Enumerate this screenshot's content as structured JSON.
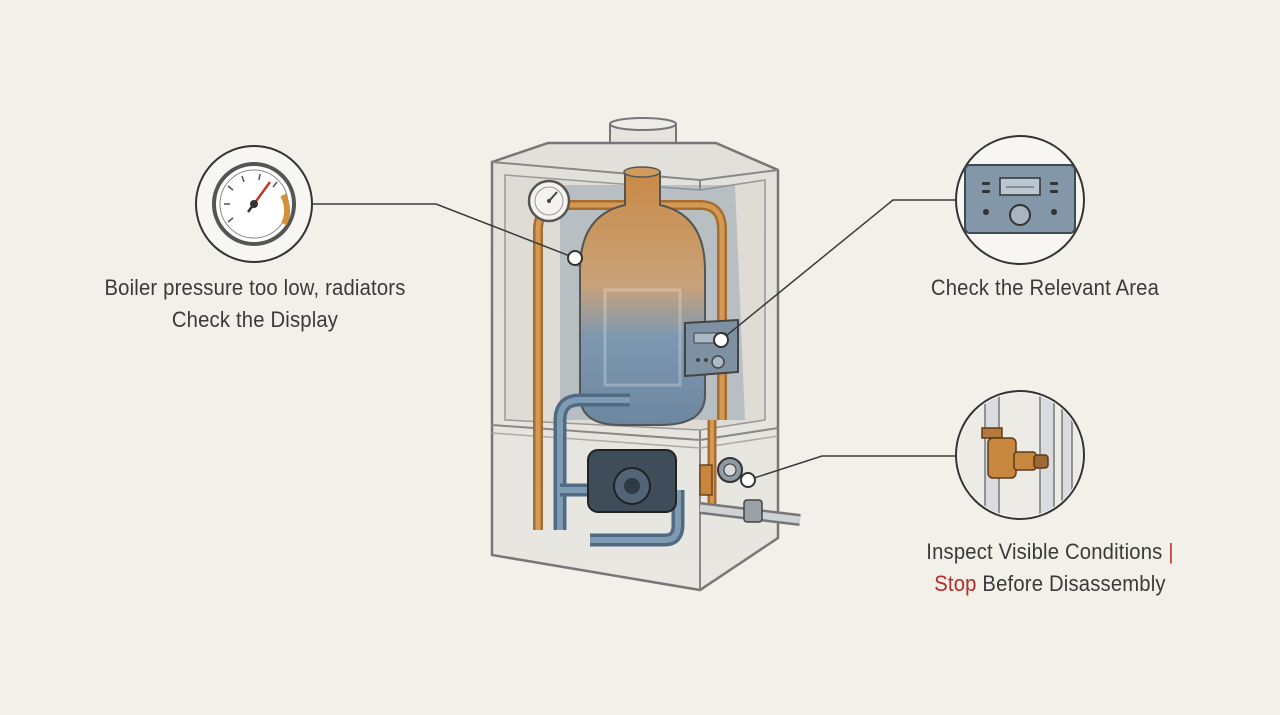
{
  "callouts": {
    "pressure": {
      "icon": "pressure-gauge-icon",
      "line1": "Boiler pressure too low, radiators",
      "line2": "Check the Display"
    },
    "display": {
      "icon": "control-panel-icon",
      "line1": "Check the Relevant Area"
    },
    "valve": {
      "icon": "pipe-valve-icon",
      "line1_text": "Inspect Visible Conditions",
      "line1_sep": "|",
      "line2_stop": "Stop",
      "line2_rest": "Before Disassembly"
    }
  },
  "colors": {
    "background": "#f2f0e9",
    "copper": "#c8873f",
    "steel_blue": "#6f8aa3",
    "outline": "#555555",
    "stop_red": "#b52a2a"
  }
}
